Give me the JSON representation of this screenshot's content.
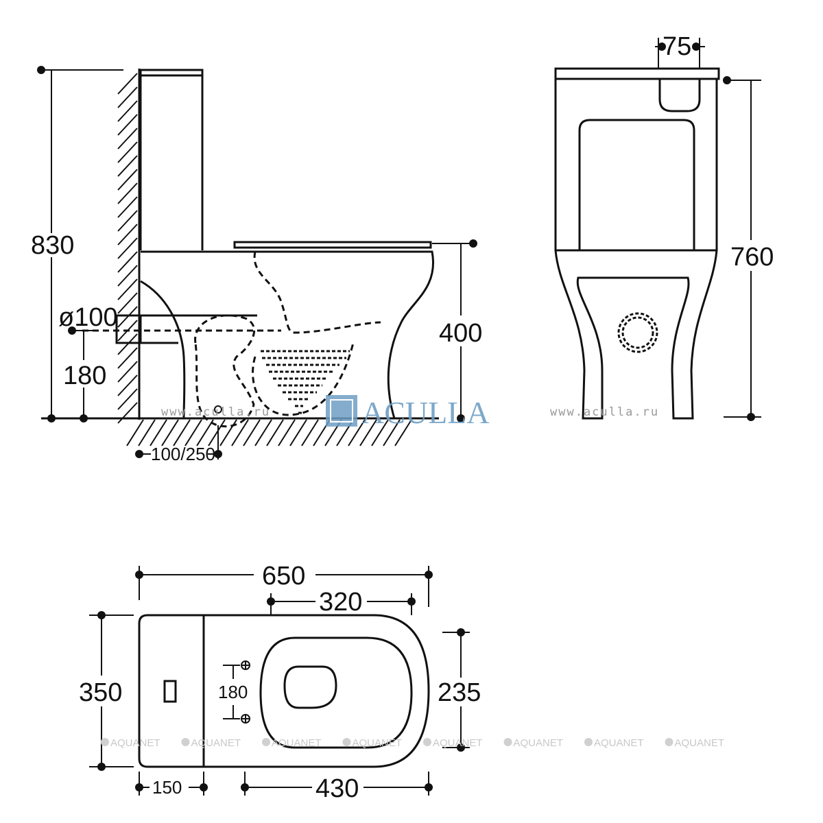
{
  "side_view": {
    "height_total": "830",
    "pipe_diameter": "ø100",
    "pipe_height": "180",
    "seat_height": "400",
    "wall_offset": "100/250"
  },
  "front_view": {
    "button_width": "75",
    "height": "760"
  },
  "top_view": {
    "length": "650",
    "seat_offset": "320",
    "width": "350",
    "seat_width": "235",
    "mount_spacing": "180",
    "tank_depth": "150",
    "bowl_length": "430"
  },
  "watermarks": {
    "site": "www.aculla.ru",
    "brand": "ACULLA",
    "aquanet": "AQUANET"
  },
  "colors": {
    "line": "#111111",
    "brand": "#6f9fc4"
  }
}
